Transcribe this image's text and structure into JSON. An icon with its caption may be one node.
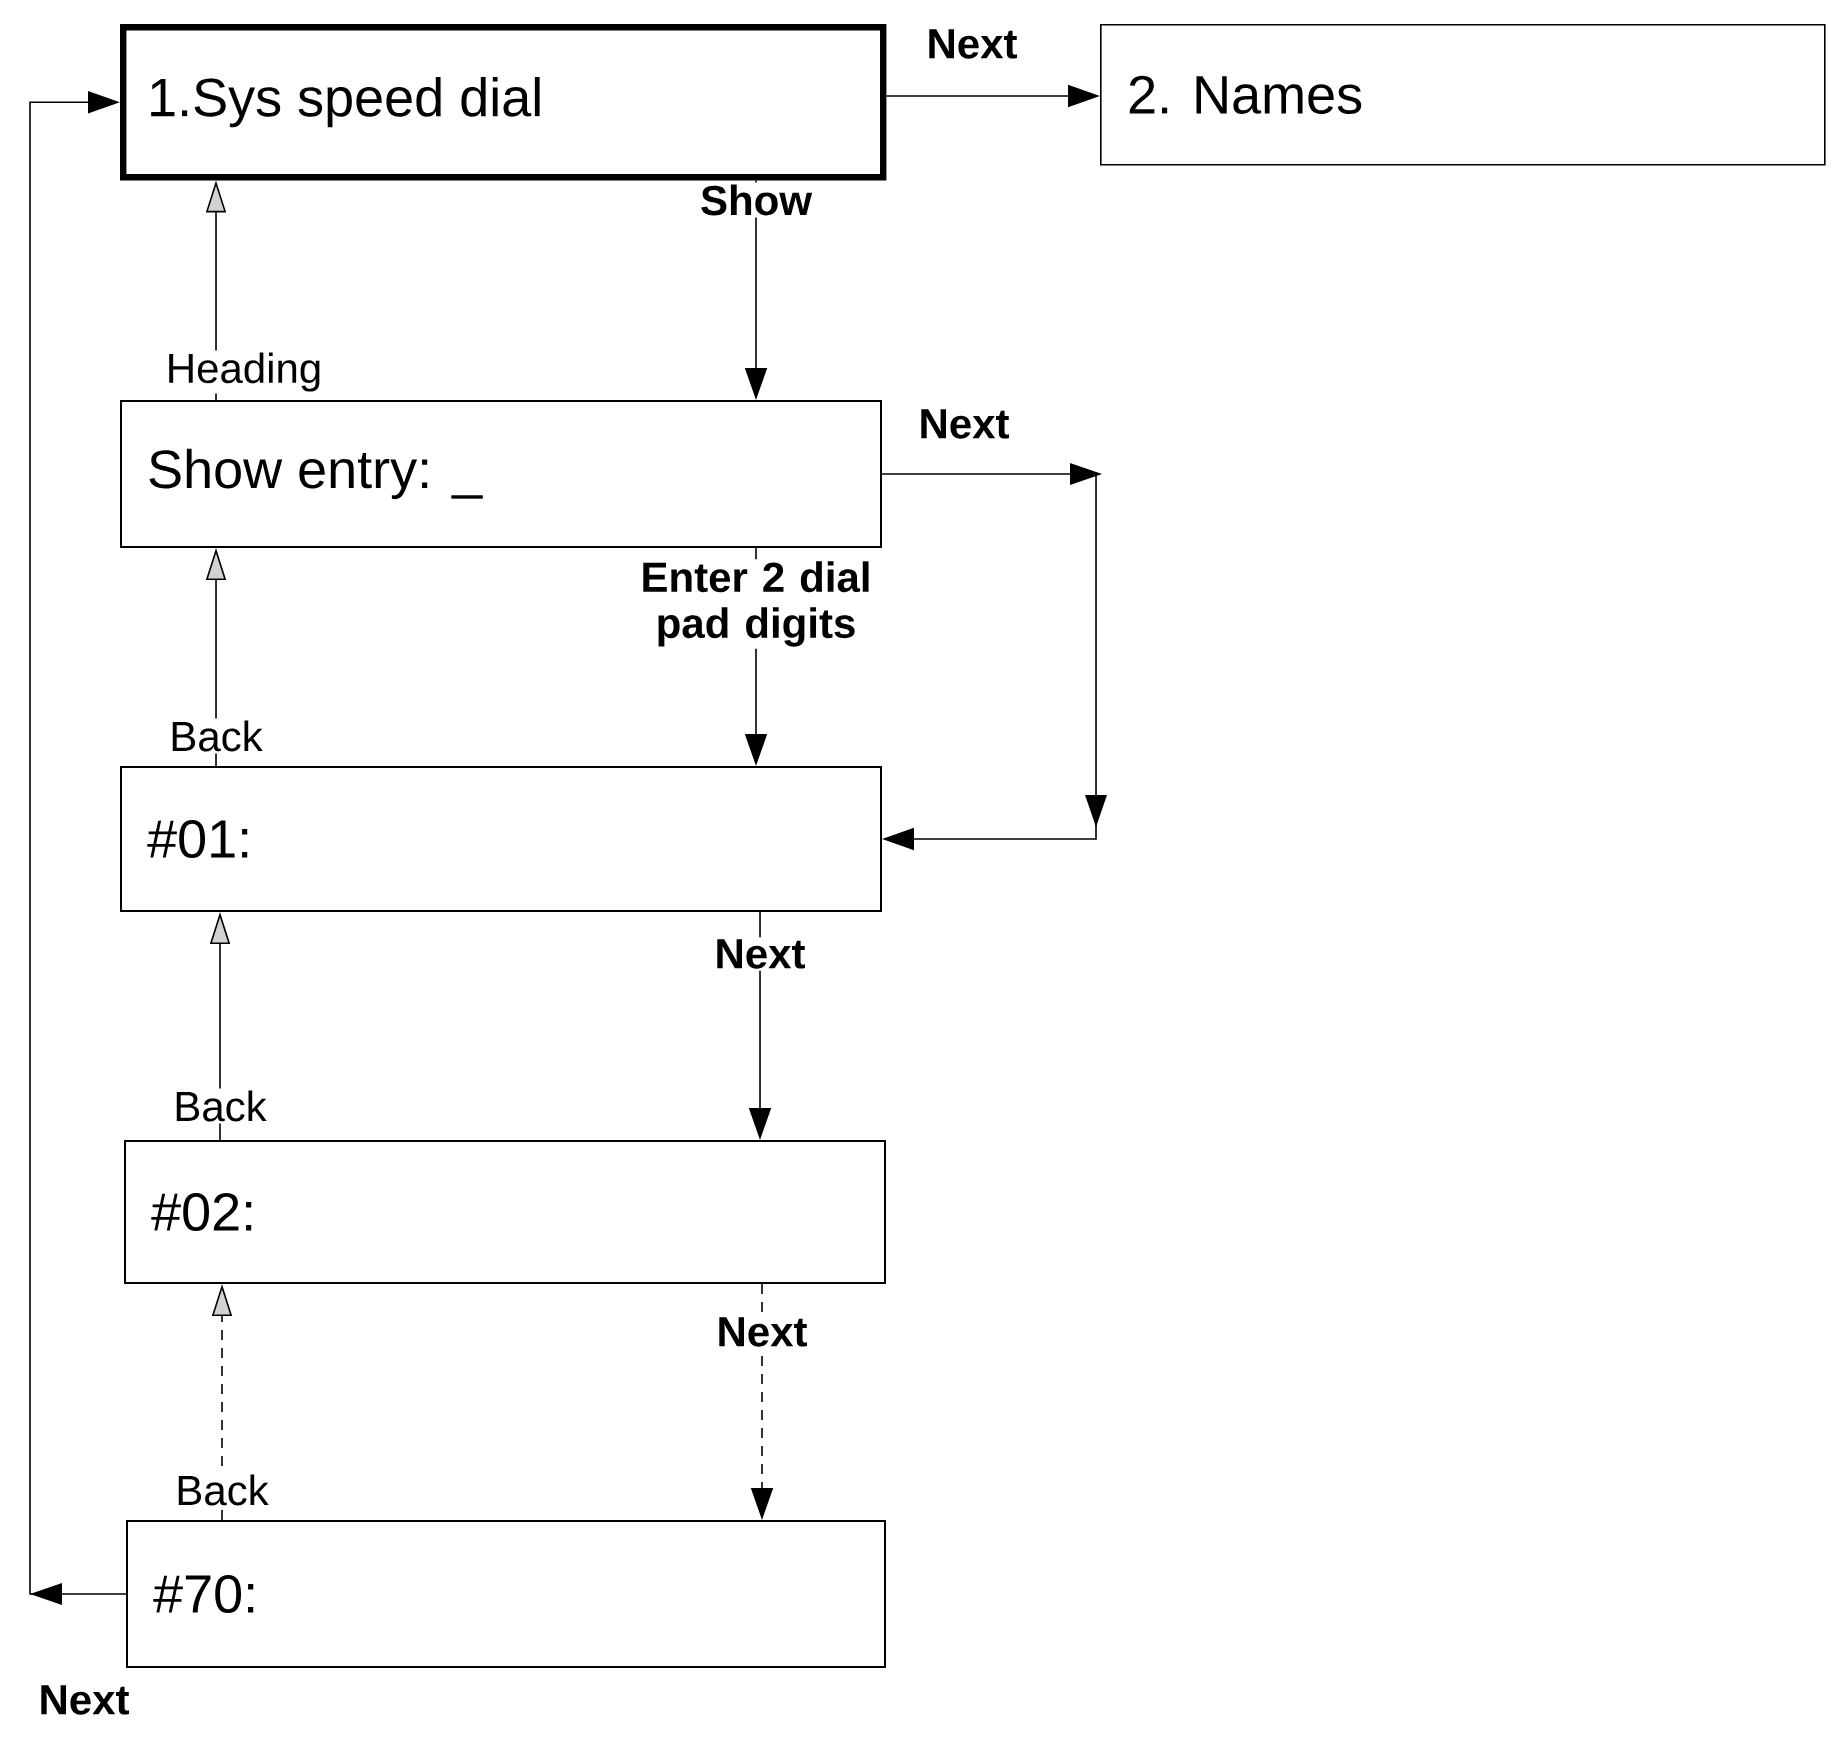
{
  "diagram": {
    "nodes": [
      {
        "text": [
          "1.Sys speed dial"
        ]
      },
      {
        "text": [
          "2. Names"
        ]
      },
      {
        "text": [
          "Show entry: _"
        ]
      },
      {
        "text": [
          "#01:"
        ]
      },
      {
        "text": [
          "#02:"
        ]
      },
      {
        "text": [
          "#70:"
        ]
      }
    ],
    "edges": [
      {
        "from": 0,
        "to": 1,
        "arrow": "to",
        "label": "Next"
      },
      {
        "from": 0,
        "to": 2,
        "arrow": "to",
        "label": "Show"
      },
      {
        "from": 2,
        "to": 0,
        "arrow": "to",
        "label": "Heading"
      },
      {
        "from": 2,
        "to": 3,
        "arrow": "to",
        "label": "Enter 2 dial pad digits"
      },
      {
        "from": 2,
        "to": 3,
        "arrow": "to",
        "label": "Next"
      },
      {
        "from": 3,
        "to": 2,
        "arrow": "to",
        "label": "Back"
      },
      {
        "from": 3,
        "to": 4,
        "arrow": "to",
        "label": "Next"
      },
      {
        "from": 4,
        "to": 3,
        "arrow": "to",
        "label": "Back"
      },
      {
        "from": 4,
        "to": 5,
        "arrow": "to",
        "label": "Next",
        "style": "dashed"
      },
      {
        "from": 5,
        "to": 4,
        "arrow": "to",
        "label": "Back",
        "style": "dashed"
      },
      {
        "from": 5,
        "to": 0,
        "arrow": "to",
        "label": "Next"
      }
    ]
  }
}
